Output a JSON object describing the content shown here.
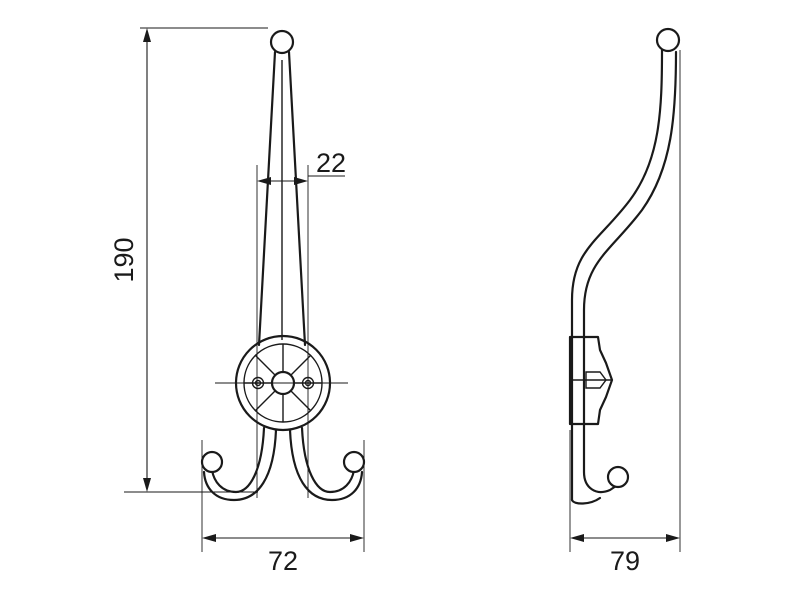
{
  "drawing": {
    "dimensions": {
      "height": "190",
      "stem_width": "22",
      "front_width": "72",
      "side_depth": "79"
    }
  }
}
